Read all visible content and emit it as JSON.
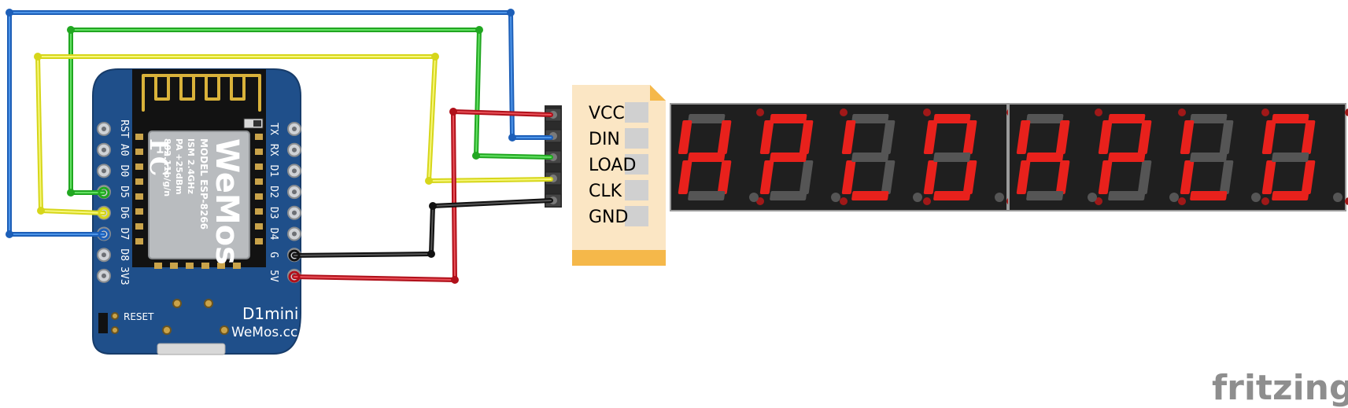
{
  "board": {
    "left_pins": [
      "RST",
      "A0",
      "D0",
      "D5",
      "D6",
      "D7",
      "D8",
      "3V3"
    ],
    "right_pins": [
      "TX",
      "RX",
      "D1",
      "D2",
      "D3",
      "D4",
      "G",
      "5V"
    ],
    "module_brand": "WeMos",
    "module_lines": [
      "MODEL  ESP-8266",
      "ISM 2.4GHz",
      "PA +25dBm",
      "802.11b/g/n"
    ],
    "fcc": "FC",
    "reset_label": "RESET",
    "title": "D1mini",
    "site": "WeMos.cc"
  },
  "connector": {
    "pins": [
      "VCC",
      "DIN",
      "LOAD",
      "CLK",
      "GND"
    ]
  },
  "display": {
    "digits": 8,
    "lit_color": "#e8211c",
    "unlit_color": "#555555"
  },
  "wires": {
    "colors": {
      "blue": "#2a6cc8",
      "green": "#2ec12e",
      "yellow": "#e6e622",
      "red": "#c8141a",
      "black": "#1a1a1a"
    }
  },
  "watermark": "fritzing"
}
